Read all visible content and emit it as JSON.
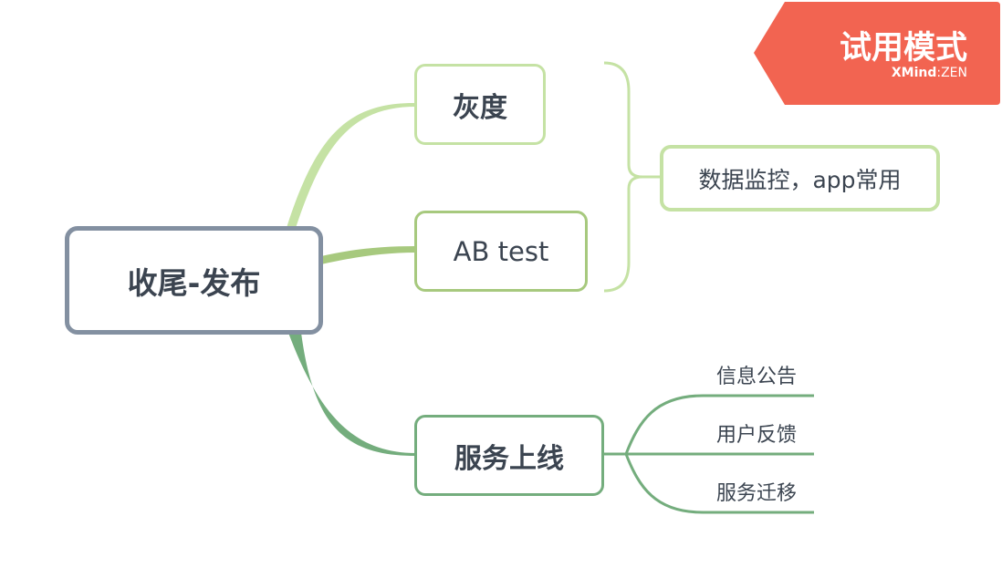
{
  "mindmap": {
    "root": {
      "label": "收尾-发布"
    },
    "branches": [
      {
        "label": "灰度",
        "color": "#c5e2a4"
      },
      {
        "label": "AB test",
        "color": "#a7c97e"
      },
      {
        "label": "服务上线",
        "color": "#74ad7d"
      }
    ],
    "summary": {
      "label": "数据监控，app常用",
      "color": "#c5e2a4"
    },
    "online_children": [
      "信息公告",
      "用户反馈",
      "服务迁移"
    ]
  },
  "watermark": {
    "title": "试用模式",
    "brand": "XMind",
    "edition": "ZEN",
    "color": "#f26451"
  }
}
